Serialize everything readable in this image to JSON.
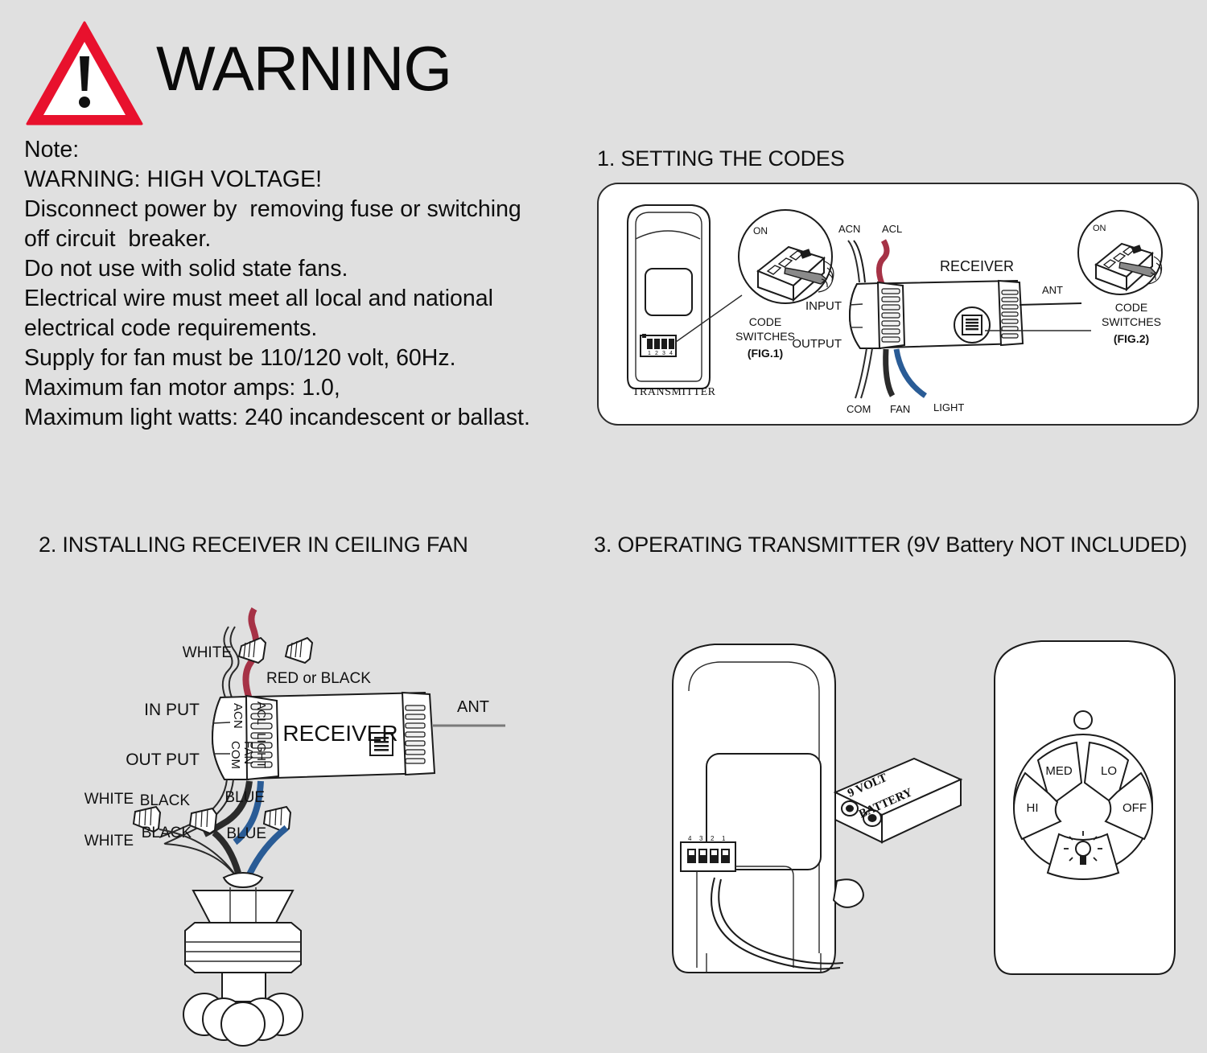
{
  "page": {
    "background_color": "#e0e0e0",
    "ink_color": "#1b1b1b"
  },
  "warning": {
    "icon": "warning-triangle-exclamation-icon",
    "icon_color": "#e8112d",
    "title": "WARNING",
    "lines": [
      "Note:",
      "WARNING: HIGH VOLTAGE!",
      "Disconnect power by  removing fuse or switching",
      "off circuit  breaker.",
      "Do not use with solid state fans.",
      "Electrical wire must meet all local and national",
      "electrical code requirements.",
      "Supply for fan must be 110/120 volt, 60Hz.",
      "Maximum fan motor amps: 1.0,",
      "Maximum light watts: 240 incandescent or ballast."
    ]
  },
  "section1": {
    "heading": "1. SETTING THE CODES",
    "transmitter_label": "TRANSMITTER",
    "receiver_label": "RECEIVER",
    "dip_switch_numbers": [
      "1",
      "2",
      "3",
      "4"
    ],
    "detail_left": {
      "on_label": "ON",
      "caption_line1": "CODE",
      "caption_line2": "SWITCHES",
      "figure": "(FIG.1)"
    },
    "detail_right": {
      "on_label": "ON",
      "caption_line1": "CODE",
      "caption_line2": "SWITCHES",
      "figure": "(FIG.2)"
    },
    "input_label": "INPUT",
    "output_label": "OUTPUT",
    "antenna_label": "ANT",
    "input_wires": [
      {
        "name": "ACN",
        "color": "#ffffff"
      },
      {
        "name": "ACL",
        "color": "#a63246"
      }
    ],
    "output_wires": [
      {
        "name": "COM",
        "color": "#ffffff"
      },
      {
        "name": "FAN",
        "color": "#2b2b2b"
      },
      {
        "name": "LIGHT",
        "color": "#2a5c96"
      }
    ]
  },
  "section2": {
    "heading": "2. INSTALLING RECEIVER IN CEILING FAN",
    "receiver_label": "RECEIVER",
    "antenna_label": "ANT",
    "input_label": "IN PUT",
    "output_label": "OUT PUT",
    "terminals_input": [
      "ACN",
      "ACL"
    ],
    "terminals_output": [
      "COM",
      "FAN",
      "LIGHT"
    ],
    "top_wire_labels": [
      {
        "text": "WHITE",
        "color": "#ffffff"
      },
      {
        "text": "RED or BLACK",
        "color": "#a63246"
      }
    ],
    "bottom_wire_labels": [
      {
        "text": "WHITE",
        "color": "#ffffff"
      },
      {
        "text": "BLACK",
        "color": "#2b2b2b"
      },
      {
        "text": "BLUE",
        "color": "#2a5c96"
      },
      {
        "text": "WHITE",
        "color": "#ffffff"
      },
      {
        "text": "BLACK",
        "color": "#2b2b2b"
      },
      {
        "text": "BLUE",
        "color": "#2a5c96"
      }
    ],
    "fixture": {
      "name": "ceiling-fan-light-fixture",
      "globe_count": 5
    }
  },
  "section3": {
    "heading": "3. OPERATING TRANSMITTER (9V Battery NOT INCLUDED)",
    "battery_label_line1": "9  VOLT",
    "battery_label_line2": "BATTERY",
    "remote_buttons": [
      {
        "label": "MED",
        "name": "med-speed-button"
      },
      {
        "label": "LO",
        "name": "lo-speed-button"
      },
      {
        "label": "HI",
        "name": "hi-speed-button"
      },
      {
        "label": "OFF",
        "name": "off-button"
      },
      {
        "label": "",
        "name": "light-bulb-button"
      }
    ],
    "dip_switch_numbers": [
      "1",
      "2",
      "3",
      "4"
    ],
    "led_indicator": "led-indicator"
  }
}
